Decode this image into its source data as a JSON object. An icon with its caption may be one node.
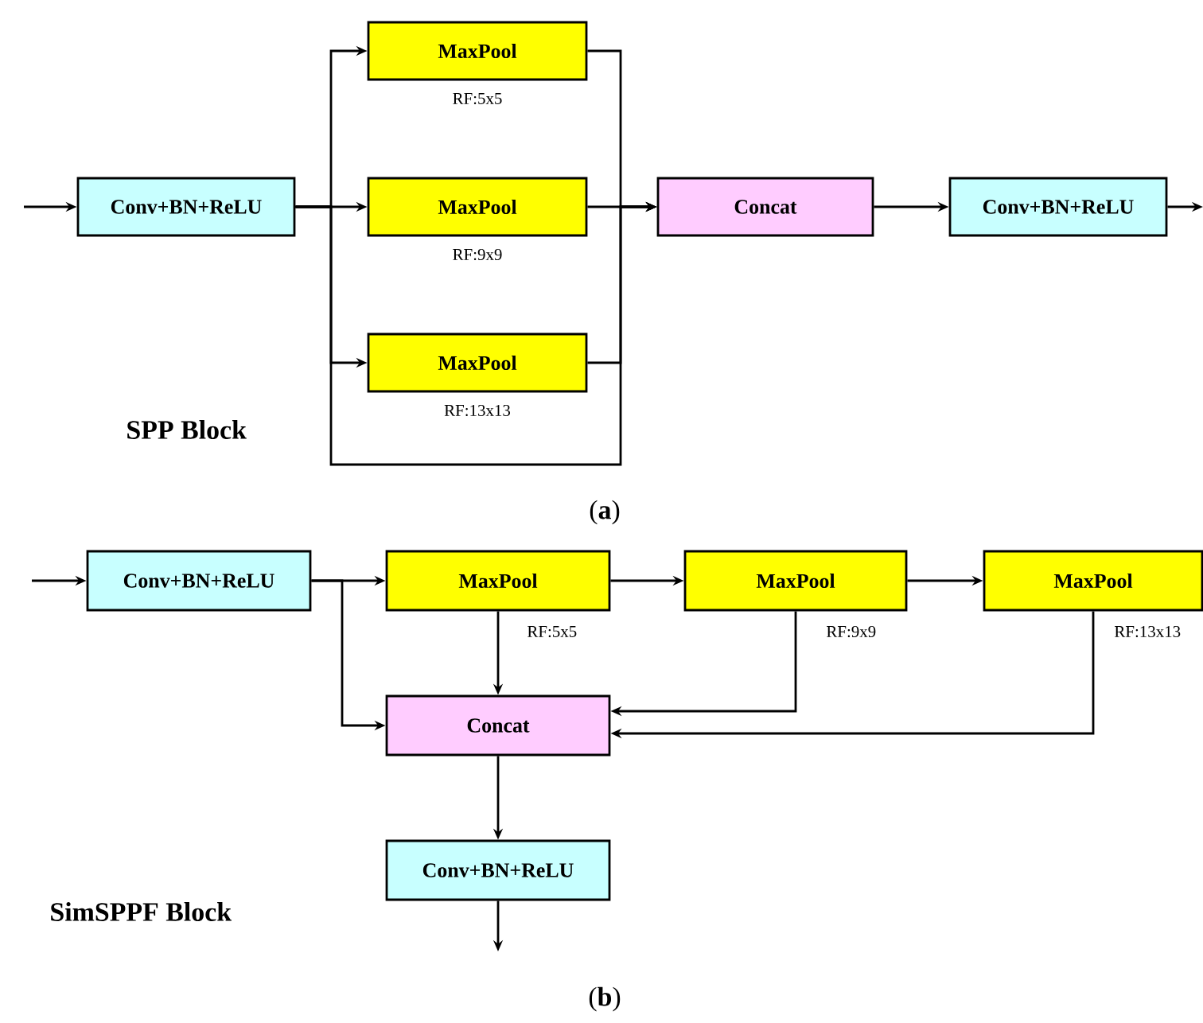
{
  "diagram": {
    "nodes": [
      {
        "text": [
          "Conv+BN+ReLU"
        ]
      },
      {
        "text": [
          "MaxPool"
        ],
        "beside": [
          "RF:5x5"
        ]
      },
      {
        "text": [
          "MaxPool"
        ],
        "beside": [
          "RF:9x9"
        ]
      },
      {
        "text": [
          "MaxPool"
        ],
        "beside": [
          "RF:13x13"
        ]
      },
      {
        "text": [
          "Concat"
        ]
      },
      {
        "text": [
          "Conv+BN+ReLU"
        ]
      },
      {
        "text": [
          "Conv+BN+ReLU"
        ]
      },
      {
        "text": [
          "MaxPool"
        ],
        "beside": [
          "RF:5x5"
        ]
      },
      {
        "text": [
          "MaxPool"
        ],
        "beside": [
          "RF:9x9"
        ]
      },
      {
        "text": [
          "MaxPool"
        ],
        "beside": [
          "RF:13x13"
        ]
      },
      {
        "text": [
          "Concat"
        ]
      },
      {
        "text": [
          "Conv+BN+ReLU"
        ]
      }
    ],
    "edges": [
      {
        "from": null,
        "to": 0,
        "arrow": "to"
      },
      {
        "from": 0,
        "to": 1,
        "arrow": "to"
      },
      {
        "from": 0,
        "to": 2,
        "arrow": "to"
      },
      {
        "from": 0,
        "to": 3,
        "arrow": "to"
      },
      {
        "from": 0,
        "to": 4,
        "arrow": "to"
      },
      {
        "from": 1,
        "to": 4,
        "arrow": "to"
      },
      {
        "from": 2,
        "to": 4,
        "arrow": "to"
      },
      {
        "from": 3,
        "to": 4,
        "arrow": "to"
      },
      {
        "from": 4,
        "to": 5,
        "arrow": "to"
      },
      {
        "from": 5,
        "to": null,
        "arrow": "to"
      },
      {
        "from": null,
        "to": 6,
        "arrow": "to"
      },
      {
        "from": 6,
        "to": 7,
        "arrow": "to"
      },
      {
        "from": 7,
        "to": 8,
        "arrow": "to"
      },
      {
        "from": 8,
        "to": 9,
        "arrow": "to"
      },
      {
        "from": 6,
        "to": 10,
        "arrow": "to"
      },
      {
        "from": 7,
        "to": 10,
        "arrow": "to"
      },
      {
        "from": 8,
        "to": 10,
        "arrow": "to"
      },
      {
        "from": 9,
        "to": 10,
        "arrow": "to"
      },
      {
        "from": 10,
        "to": 11,
        "arrow": "to"
      },
      {
        "from": 11,
        "to": null,
        "arrow": "to"
      }
    ],
    "labels": [
      "SPP Block",
      "(**a**)",
      "SimSPPF Block",
      "(**b**)"
    ]
  }
}
